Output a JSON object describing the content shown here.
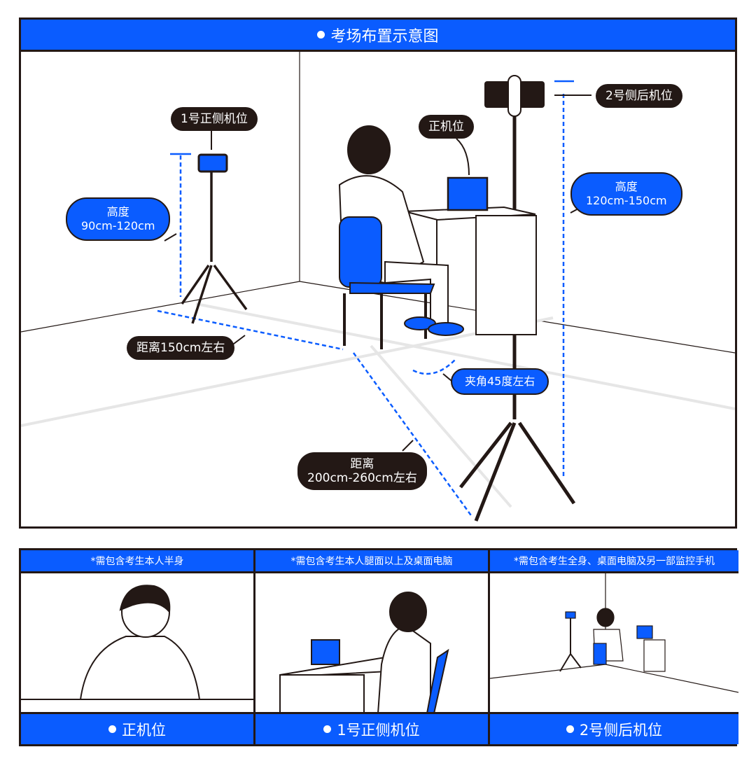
{
  "main": {
    "title": "考场布置示意图",
    "labels": {
      "cam1": "1号正侧机位",
      "front": "正机位",
      "cam2": "2号侧后机位",
      "height1_a": "高度",
      "height1_b": "90cm-120cm",
      "height2_a": "高度",
      "height2_b": "120cm-150cm",
      "dist1": "距离150cm左右",
      "angle": "夹角45度左右",
      "dist2_a": "距离",
      "dist2_b": "200cm-260cm左右"
    }
  },
  "panels": [
    {
      "caption": "*需包含考生本人半身",
      "title": "正机位"
    },
    {
      "caption": "*需包含考生本人腿面以上及桌面电脑",
      "title": "1号正侧机位"
    },
    {
      "caption": "*需包含考生全身、桌面电脑及另一部监控手机",
      "title": "2号侧后机位"
    }
  ],
  "colors": {
    "accent": "#0a5cff",
    "dark": "#231815"
  }
}
